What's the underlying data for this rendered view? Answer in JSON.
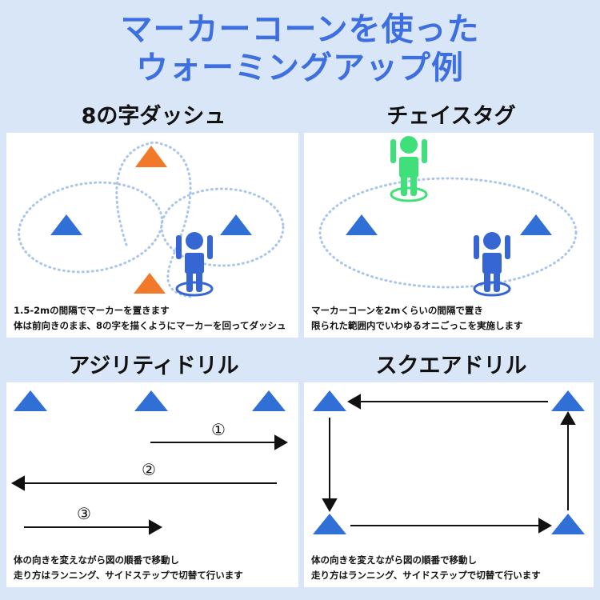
{
  "title": {
    "line1": "マーカーコーンを使った",
    "line2": "ウォーミングアップ例"
  },
  "sections": {
    "figure8": {
      "title": "8の字ダッシュ",
      "caption1": "1.5-2mの間隔でマーカーを置きます",
      "caption2": "体は前向きのまま、8の字を描くようにマーカーを回ってダッシュ"
    },
    "tag": {
      "title": "チェイスタグ",
      "caption1": "マーカーコーンを2mくらいの間隔で置き",
      "caption2": "限られた範囲内でいわゆるオニごっこを実施します"
    },
    "agility": {
      "title": "アジリティドリル",
      "arrow_labels": [
        "①",
        "②",
        "③"
      ],
      "caption1": "体の向きを変えながら図の順番で移動し",
      "caption2": "走り方はランニング、サイドステップで切替て行います"
    },
    "square": {
      "title": "スクエアドリル",
      "caption1": "体の向きを変えながら図の順番で移動し",
      "caption2": "走り方はランニング、サイドステップで切替て行います"
    }
  },
  "colors": {
    "title_blue": "#3d6fe0",
    "cone_blue": "#2f6fd6",
    "cone_orange": "#f07a2a",
    "person_blue": "#3566d3",
    "person_green": "#3fe07a",
    "dotted_path": "#a9c5ec",
    "background": "#d9e6f8"
  },
  "icons": [
    "cone-icon",
    "person-icon",
    "arrow-icon"
  ]
}
